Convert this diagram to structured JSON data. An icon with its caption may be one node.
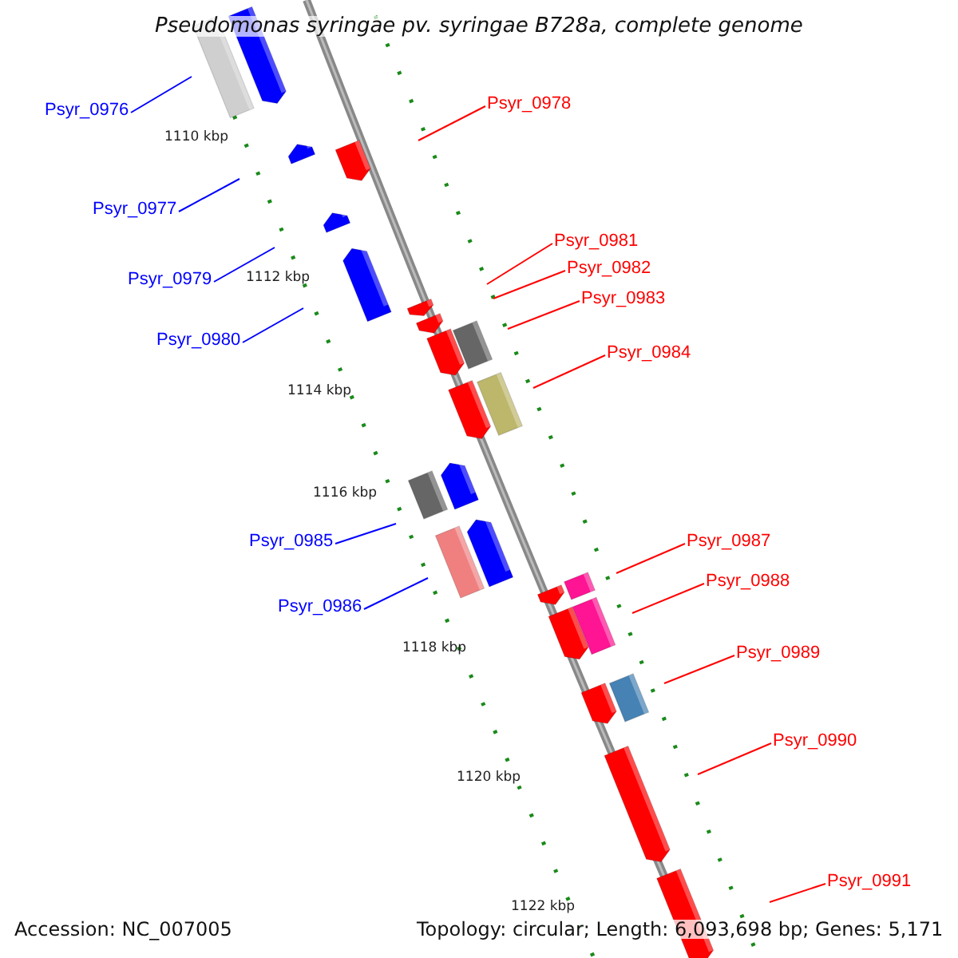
{
  "diagram": {
    "title": "Pseudomonas syringae pv. syringae B728a, complete genome",
    "nodes": [
      {
        "text": [
          "Psyr_0978"
        ]
      },
      {
        "text": [
          "Psyr_0976"
        ]
      },
      {
        "text": [
          "Psyr_0977"
        ]
      },
      {
        "text": [
          "Psyr_0981"
        ]
      },
      {
        "text": [
          "Psyr_0982"
        ]
      },
      {
        "text": [
          "Psyr_0979"
        ]
      },
      {
        "text": [
          "Psyr_0983"
        ]
      },
      {
        "text": [
          "Psyr_0980"
        ]
      },
      {
        "text": [
          "Psyr_0984"
        ]
      },
      {
        "text": [
          "Psyr_0985"
        ]
      },
      {
        "text": [
          "Psyr_0987"
        ]
      },
      {
        "text": [
          "Psyr_0988"
        ]
      },
      {
        "text": [
          "Psyr_0986"
        ]
      },
      {
        "text": [
          "Psyr_0989"
        ]
      },
      {
        "text": [
          "Psyr_0990"
        ]
      },
      {
        "text": [
          "Psyr_0991"
        ]
      }
    ],
    "edges": [
      {
        "from": 0,
        "to": null,
        "arrow": "none"
      },
      {
        "from": 1,
        "to": null,
        "arrow": "none",
        "color": "#0000ff"
      },
      {
        "from": 2,
        "to": null,
        "arrow": "none",
        "color": "#0000ff"
      },
      {
        "from": 3,
        "to": null,
        "arrow": "none"
      },
      {
        "from": 4,
        "to": null,
        "arrow": "none"
      },
      {
        "from": 5,
        "to": null,
        "arrow": "none",
        "color": "#0000ff"
      },
      {
        "from": 6,
        "to": null,
        "arrow": "none"
      },
      {
        "from": 7,
        "to": null,
        "arrow": "none",
        "color": "#0000ff"
      },
      {
        "from": 8,
        "to": null,
        "arrow": "none"
      },
      {
        "from": 9,
        "to": null,
        "arrow": "none",
        "color": "#0000ff"
      },
      {
        "from": 10,
        "to": null,
        "arrow": "none"
      },
      {
        "from": 11,
        "to": null,
        "arrow": "none"
      },
      {
        "from": 12,
        "to": null,
        "arrow": "none",
        "color": "#0000ff"
      },
      {
        "from": 13,
        "to": null,
        "arrow": "none"
      },
      {
        "from": 14,
        "to": null,
        "arrow": "none"
      },
      {
        "from": 15,
        "to": null,
        "arrow": "none"
      }
    ],
    "labels": [
      "1110 kbp",
      "1112 kbp",
      "1114 kbp",
      "1116 kbp",
      "1118 kbp",
      "1120 kbp",
      "1122 kbp",
      "Accession: NC_007005",
      "Topology: circular; Length: 6,093,698 bp; Genes: 5,171"
    ]
  }
}
